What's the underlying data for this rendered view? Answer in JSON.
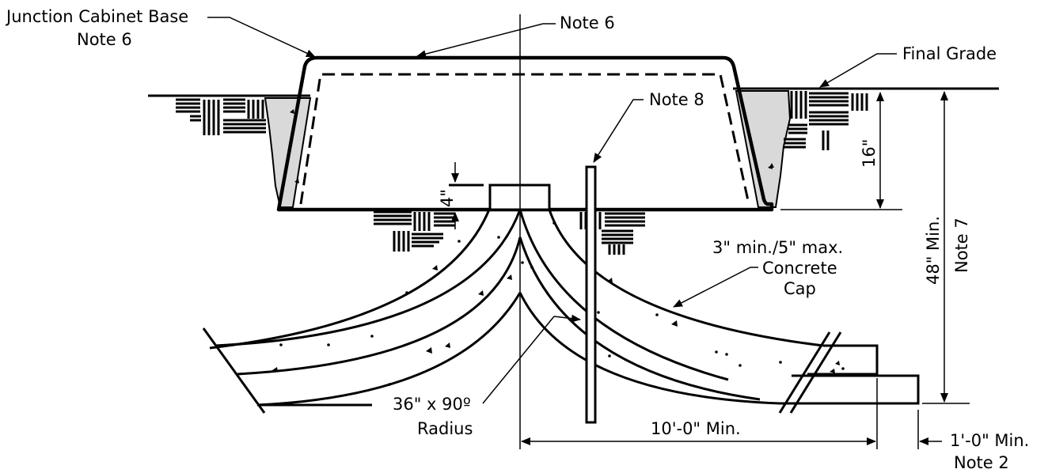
{
  "labels": {
    "cabinet_base": "Junction Cabinet Base",
    "cabinet_base_note": "Note 6",
    "note6": "Note 6",
    "final_grade": "Final Grade",
    "note8": "Note 8",
    "dim_4in": "4\"",
    "dim_16in": "16\"",
    "dim_48in": "48\" Min.",
    "note7": "Note 7",
    "cap_line1": "3\" min./5\" max.",
    "cap_line2": "Concrete",
    "cap_line3": "Cap",
    "bend_line1": "36\" x 90º",
    "bend_line2": "Radius",
    "dim_10ft": "10'-0\" Min.",
    "dim_1ft": "1'-0\" Min.",
    "note2": "Note 2"
  },
  "colors": {
    "ink": "#000000",
    "concrete": "#d9d9d9"
  }
}
